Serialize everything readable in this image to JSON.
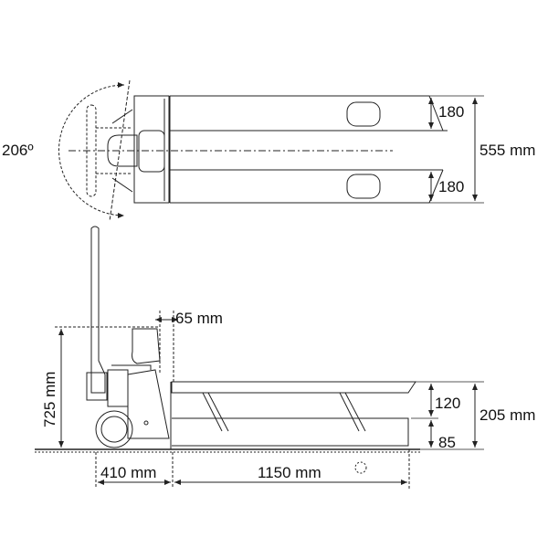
{
  "title": "Pallet truck dimensions",
  "colors": {
    "line": "#222222",
    "background": "#ffffff"
  },
  "top_view": {
    "steering_angle": "206º",
    "fork_width_upper": "180",
    "fork_width_lower": "180",
    "overall_width": "555 mm"
  },
  "side_view": {
    "scale_offset": "65 mm",
    "handle_height": "725 mm",
    "lift_height": "120",
    "lowered_height": "85",
    "max_fork_height": "205 mm",
    "rear_length": "410 mm",
    "fork_length": "1150 mm"
  }
}
